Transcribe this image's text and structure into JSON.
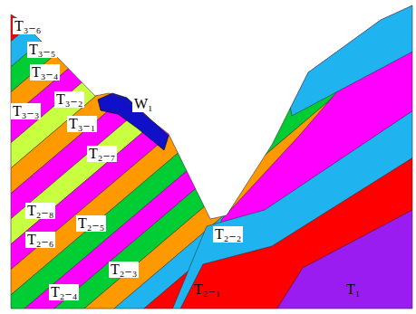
{
  "diagram": {
    "labels": [
      "T₃₋₆",
      "T₃₋₅",
      "T₃₋₄",
      "T₃₋₃",
      "T₃₋₂",
      "T₃₋₁",
      "W₁",
      "T₂₋₇",
      "T₂₋₈",
      "T₂₋₆",
      "T₂₋₅",
      "T₂₋₄",
      "T₂₋₃",
      "T₂₋₂",
      "T₂₋₁",
      "T₁"
    ]
  }
}
